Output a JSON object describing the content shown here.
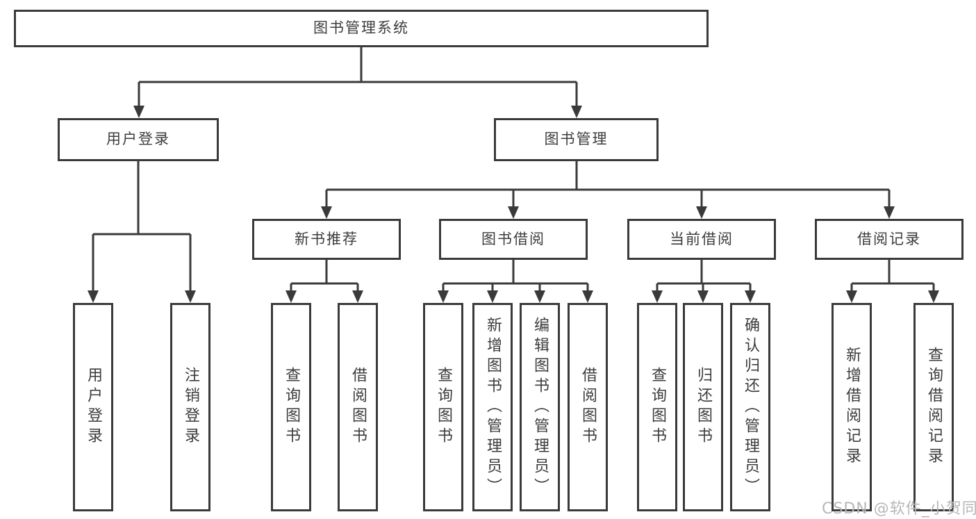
{
  "tree": {
    "root": "图书管理系统",
    "level2": [
      {
        "label": "用户登录",
        "children": [
          "用户登录",
          "注销登录"
        ]
      },
      {
        "label": "图书管理",
        "children": [
          {
            "label": "新书推荐",
            "children": [
              "查询图书",
              "借阅图书"
            ]
          },
          {
            "label": "图书借阅",
            "children": [
              "查询图书",
              "新增图书（管理员）",
              "编辑图书（管理员）",
              "借阅图书"
            ]
          },
          {
            "label": "当前借阅",
            "children": [
              "查询图书",
              "归还图书",
              "确认归还（管理员）"
            ]
          },
          {
            "label": "借阅记录",
            "children": [
              "新增借阅记录",
              "查询借阅记录"
            ]
          }
        ]
      }
    ]
  },
  "watermark": "CSDN @软件_小贺同学",
  "colors": {
    "line": "#3a3a3a",
    "text": "#3c3c3c",
    "watermark_text": "#b9b5b9",
    "background": "#ffffff"
  }
}
